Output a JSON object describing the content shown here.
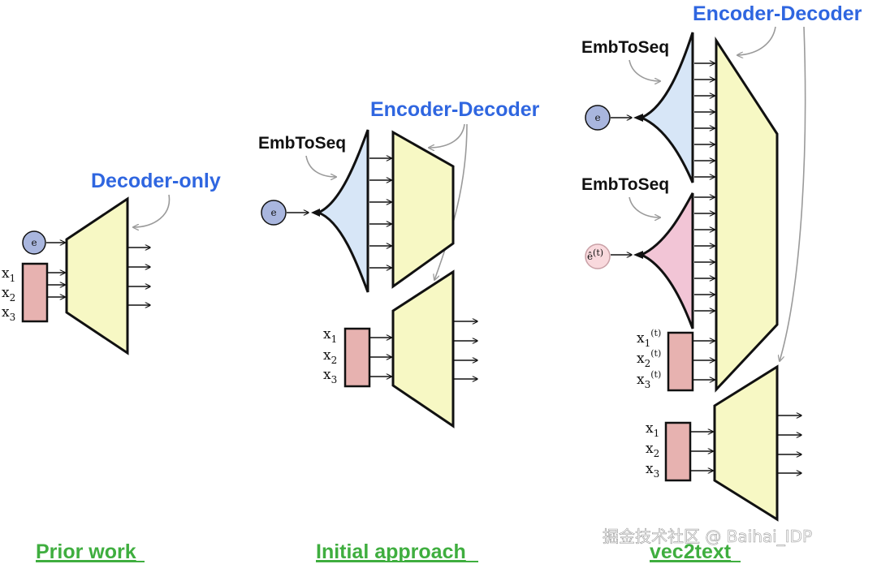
{
  "panels": {
    "prior": {
      "caption": "Prior work",
      "model_label": "Decoder-only",
      "embedding": "e",
      "inputs": [
        "x",
        "x",
        "x"
      ],
      "input_subs": [
        "1",
        "2",
        "3"
      ]
    },
    "initial": {
      "caption": "Initial approach",
      "emb_label": "EmbToSeq",
      "model_label": "Encoder-Decoder",
      "embedding": "e",
      "inputs": [
        "x",
        "x",
        "x"
      ],
      "input_subs": [
        "1",
        "2",
        "3"
      ]
    },
    "vec2text": {
      "caption": "vec2text",
      "emb_label_top": "EmbToSeq",
      "emb_label_bottom": "EmbToSeq",
      "model_label": "Encoder-Decoder",
      "embedding": "e",
      "embedding_hat": "ê",
      "embedding_hat_sup": "(t)",
      "hyp_inputs": [
        "x",
        "x",
        "x"
      ],
      "hyp_subs": [
        "1",
        "2",
        "3"
      ],
      "hyp_sup": "(t)",
      "inputs": [
        "x",
        "x",
        "x"
      ],
      "input_subs": [
        "1",
        "2",
        "3"
      ]
    }
  },
  "watermark": "掘金技术社区 @ Baihai_IDP",
  "colors": {
    "label_blue": "#2f66e0",
    "caption_green": "#3fae3f",
    "trapezoid_fill": "#f7f8c4",
    "input_box_fill": "#e7b2b0",
    "emb_blue": "#d7e6f7",
    "emb_pink": "#f2c5d6",
    "node_blue": "#a9b6de",
    "node_pink": "#f9d9dd"
  }
}
